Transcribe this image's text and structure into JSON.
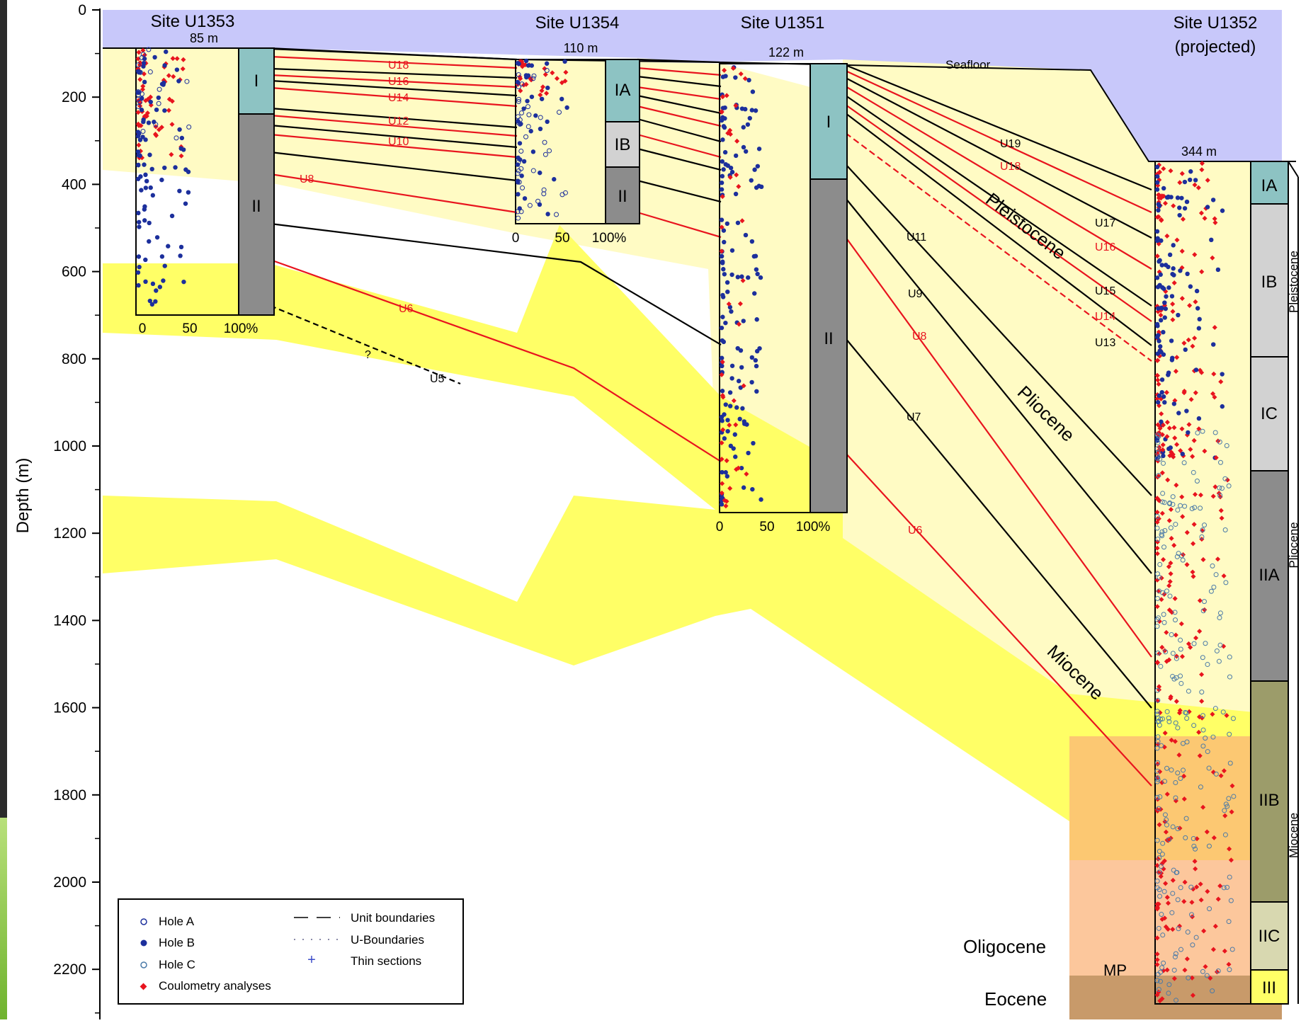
{
  "axis": {
    "label": "Depth (m)",
    "ticks": [
      "0",
      "200",
      "400",
      "600",
      "800",
      "1000",
      "1200",
      "1400",
      "1600",
      "1800",
      "2000",
      "2200"
    ]
  },
  "sites": [
    {
      "name": "Site U1353",
      "water_depth": "85 m",
      "units": [
        "I",
        "II"
      ],
      "pct_labels": [
        "0",
        "50",
        "100%"
      ]
    },
    {
      "name": "Site U1354",
      "water_depth": "110 m",
      "units": [
        "IA",
        "IB",
        "II"
      ],
      "pct_labels": [
        "0",
        "50",
        "100%"
      ]
    },
    {
      "name": "Site U1351",
      "water_depth": "122 m",
      "units": [
        "I",
        "II"
      ],
      "pct_labels": [
        "0",
        "50",
        "100%"
      ]
    },
    {
      "name": "Site U1352",
      "subtitle": "(projected)",
      "water_depth": "344 m",
      "units": [
        "IA",
        "IB",
        "IC",
        "IIA",
        "IIB",
        "IIC",
        "III"
      ]
    }
  ],
  "seafloor_label": "Seafloor",
  "boundaries_red": [
    "U18",
    "U16",
    "U14",
    "U12",
    "U10",
    "U8",
    "U6"
  ],
  "boundaries_black": [
    "U5",
    "U19",
    "U17",
    "U15",
    "U13",
    "U11",
    "U9",
    "U7"
  ],
  "boundaries_red_right": [
    "U18",
    "U16",
    "U14",
    "U8",
    "U6"
  ],
  "epochs_diagonal": [
    "Pleistocene",
    "Pliocene",
    "Miocene"
  ],
  "epochs_bottom": [
    "Oligocene",
    "Eocene"
  ],
  "mp_label": "MP",
  "epochs_side": [
    "Pleistocene",
    "Pliocene",
    "Miocene"
  ],
  "question_mark": "?",
  "legend": {
    "left": [
      "Hole A",
      "Hole B",
      "Hole C",
      "Coulometry analyses"
    ],
    "right": [
      "Unit boundaries",
      "U-Boundaries",
      "Thin sections"
    ]
  },
  "colors": {
    "seawater": "#c8c8fa",
    "yellow": "#ffff66",
    "light_yellow": "#fffbc4",
    "orange": "#fcc872",
    "peach": "#fcc79c",
    "brown": "#c89a6a",
    "unit_teal": "#8dc3c3",
    "unit_light_gray": "#d2d2d2",
    "unit_dark_gray": "#8c8c8c",
    "unit_olive": "#9c9c6a",
    "unit_pale": "#d8d8b0",
    "unit_yellow": "#ffff66",
    "red": "#e8141e",
    "navy": "#1c2f9c"
  }
}
